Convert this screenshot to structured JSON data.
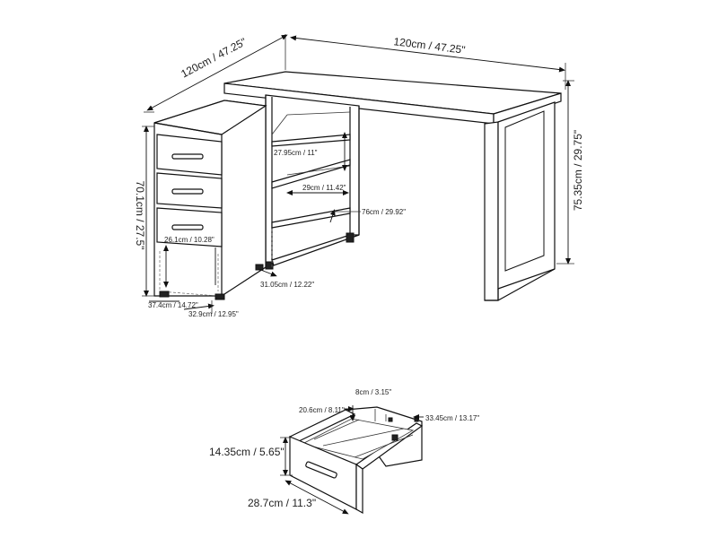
{
  "desk": {
    "dimensions": {
      "top_width": "120cm / 47.25\"",
      "side_depth": "120cm / 47.25\"",
      "desk_height": "75.35cm / 29.75\"",
      "cabinet_height": "70.1cm / 27.5\"",
      "shelf_height": "27.95cm / 11\"",
      "shelf_width": "29cm / 11.42\"",
      "inner_depth": "76cm / 29.92\"",
      "drawer_inner_height": "26.1cm / 10.28\"",
      "shelf_depth": "31.05cm / 12.22\"",
      "cabinet_depth": "37.4cm / 14.72\"",
      "cabinet_width": "32.9cm / 12.95\""
    }
  },
  "drawer": {
    "dimensions": {
      "inner_height": "8cm / 3.15\"",
      "inner_width": "20.6cm / 8.11\"",
      "inner_depth": "33.45cm / 13.17\"",
      "front_height": "14.35cm / 5.65\"",
      "front_width": "28.7cm / 11.3\""
    }
  }
}
